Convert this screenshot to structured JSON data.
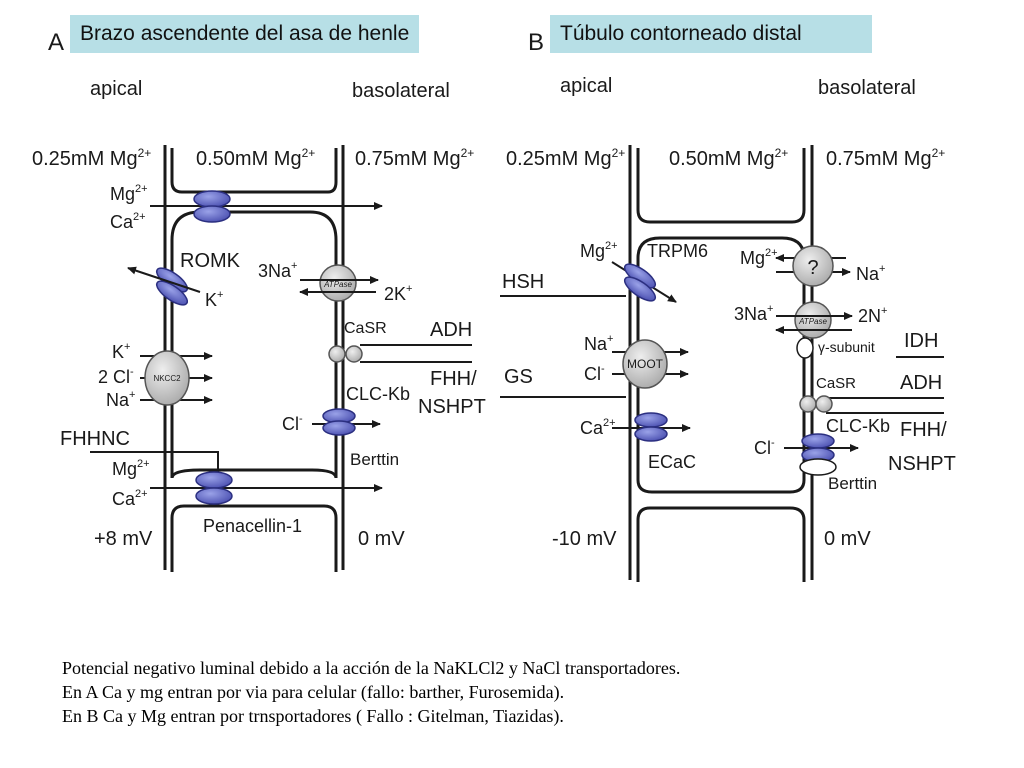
{
  "panel_a": {
    "letter": "A",
    "title": "Brazo ascendente del asa de henle",
    "apical": "apical",
    "basolateral": "basolateral",
    "mg_apical": "0.25mM Mg",
    "mg_middle": "0.50mM Mg",
    "mg_baso": "0.75mM Mg",
    "mg_sup": "2+",
    "ion_mg": "Mg",
    "ion_ca": "Ca",
    "ion_k": "K",
    "ion_cl": "Cl",
    "ion_na": "Na",
    "sup_2plus": "2+",
    "sup_plus": "+",
    "sup_minus": "-",
    "romk": "ROMK",
    "na3": "3Na",
    "k2": "2K",
    "atpase": "ATPase",
    "nkcc2": "NKCC2",
    "k_count": "",
    "cl2": "2 Cl",
    "casr": "CaSR",
    "adh": "ADH",
    "fhh": "FHH/",
    "nshpt": "NSHPT",
    "clckb": "CLC-Kb",
    "berttin": "Berttin",
    "fhhnc": "FHHNC",
    "penacellin": "Penacellin-1",
    "mv_left": "+8 mV",
    "mv_right": "0 mV"
  },
  "panel_b": {
    "letter": "B",
    "title": "Túbulo contorneado distal",
    "apical": "apical",
    "basolateral": "basolateral",
    "mg_apical": "0.25mM Mg",
    "mg_middle": "0.50mM Mg",
    "mg_baso": "0.75mM Mg",
    "mg_sup": "2+",
    "trpm6": "TRPM6",
    "hsh": "HSH",
    "gs": "GS",
    "moot": "MOOT",
    "ecac": "ECaC",
    "question": "?",
    "na3": "3Na",
    "n2": "2N",
    "gamma_subunit": "γ-subunit",
    "idh": "IDH",
    "adh": "ADH",
    "casr": "CaSR",
    "clckb": "CLC-Kb",
    "fhh": "FHH/",
    "nshpt": "NSHPT",
    "berttin": "Berttin",
    "mv_left": "-10 mV",
    "mv_right": "0 mV"
  },
  "footer": {
    "line1": "Potencial negativo luminal debido a la acción de la NaKLCl2 y NaCl transportadores.",
    "line2": "En A Ca y mg entran por via para celular (fallo: barther, Furosemida).",
    "line3": "En B Ca y Mg entran por trnsportadores  ( Fallo : Gitelman, Tiazidas)."
  },
  "colors": {
    "caption_bg": "#b7dfe6",
    "channel_blue": "#6a70c8",
    "pump_gray": "#cfcfcf"
  }
}
